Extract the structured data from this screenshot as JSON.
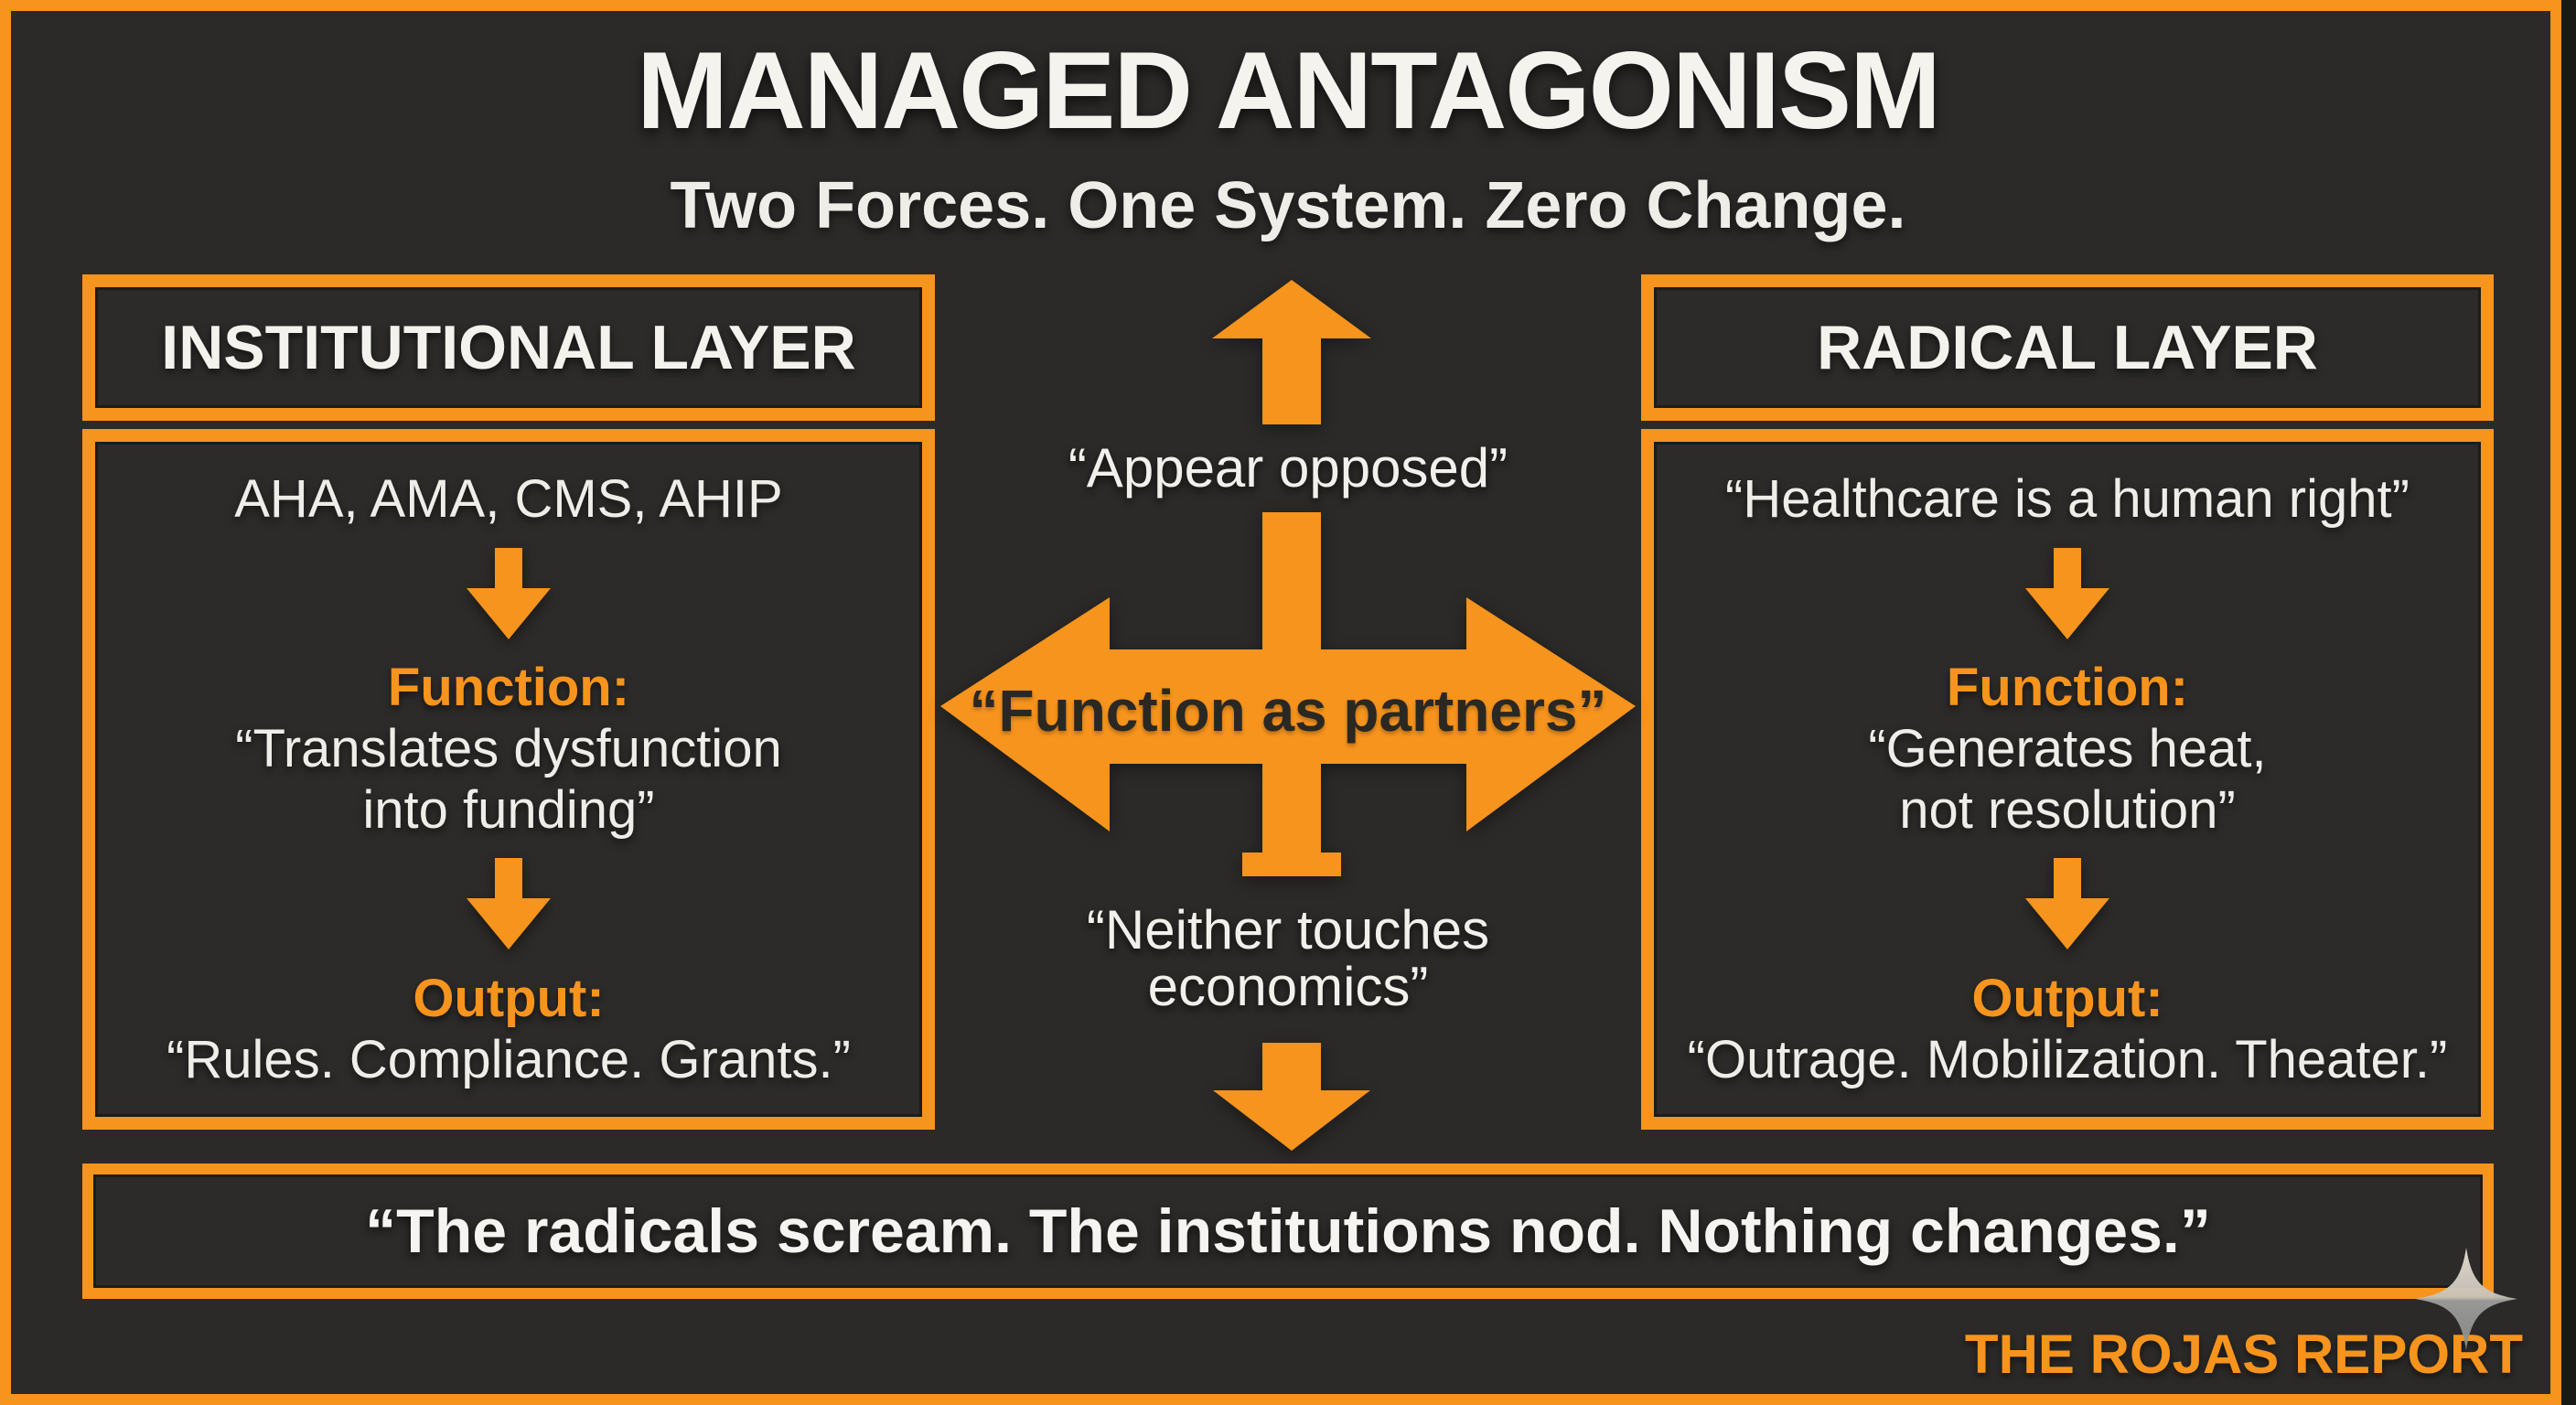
{
  "title": "MANAGED ANTAGONISM",
  "subtitle": "Two Forces. One System. Zero Change.",
  "colors": {
    "accent": "#F7941D",
    "background": "#2B2A28",
    "light_text": "#F2EFE9",
    "band_text": "#2A2823"
  },
  "left_panel": {
    "header": "INSTITUTIONAL LAYER",
    "members": "AHA, AMA, CMS, AHIP",
    "function_label": "Function:",
    "function_lines": [
      "“Translates dysfunction",
      "into funding”"
    ],
    "output_label": "Output:",
    "output_text": "“Rules. Compliance. Grants.”"
  },
  "right_panel": {
    "header": "RADICAL LAYER",
    "slogan": "“Healthcare is a human right”",
    "function_label": "Function:",
    "function_lines": [
      "“Generates heat,",
      "not resolution”"
    ],
    "output_label": "Output:",
    "output_text": "“Outrage. Mobilization. Theater.”"
  },
  "center": {
    "top_label": "“Appear opposed”",
    "middle_label": "“Function as partners”",
    "bottom_lines": [
      "“Neither touches",
      "economics”"
    ]
  },
  "footer": {
    "quote": "“The radicals scream. The institutions nod. Nothing changes.”",
    "brand": "THE ROJAS REPORT"
  }
}
